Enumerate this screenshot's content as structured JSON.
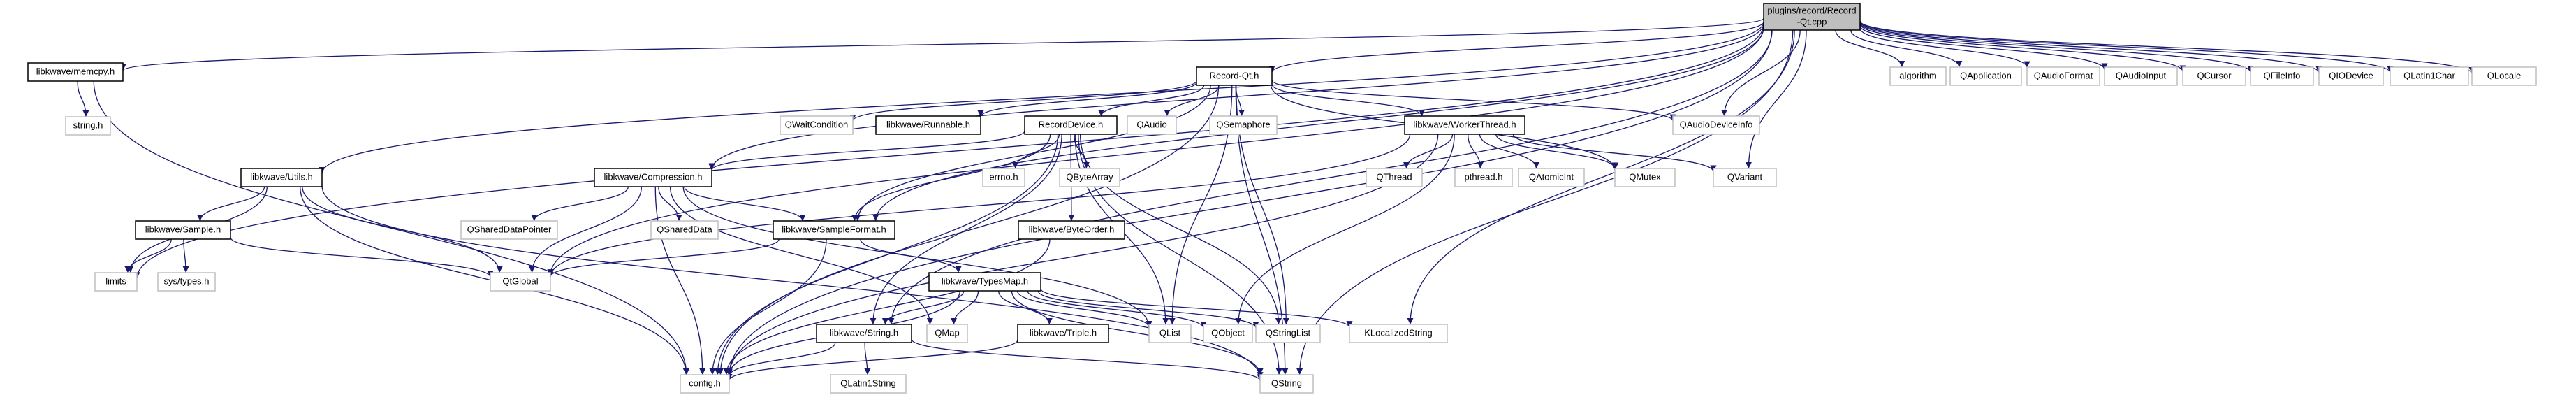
{
  "colors": {
    "edge": "#191970",
    "root_fill": "#bfbfbf",
    "doc_border": "#000000",
    "ext_border": "#bfbfbf",
    "node_fill": "#ffffff"
  },
  "nodes": [
    {
      "id": "root",
      "kind": "root",
      "lines": [
        "plugins/record/Record",
        "-Qt.cpp"
      ]
    },
    {
      "id": "memcpy",
      "kind": "doc",
      "lines": [
        "libkwave/memcpy.h"
      ]
    },
    {
      "id": "record_qt_h",
      "kind": "doc",
      "lines": [
        "Record-Qt.h"
      ]
    },
    {
      "id": "algorithm",
      "kind": "ext",
      "lines": [
        "algorithm"
      ]
    },
    {
      "id": "qapplication",
      "kind": "ext",
      "lines": [
        "QApplication"
      ]
    },
    {
      "id": "qaudioformat",
      "kind": "ext",
      "lines": [
        "QAudioFormat"
      ]
    },
    {
      "id": "qaudioinput",
      "kind": "ext",
      "lines": [
        "QAudioInput"
      ]
    },
    {
      "id": "qcursor",
      "kind": "ext",
      "lines": [
        "QCursor"
      ]
    },
    {
      "id": "qfileinfo",
      "kind": "ext",
      "lines": [
        "QFileInfo"
      ]
    },
    {
      "id": "qiodevice",
      "kind": "ext",
      "lines": [
        "QIODevice"
      ]
    },
    {
      "id": "qlatin1char",
      "kind": "ext",
      "lines": [
        "QLatin1Char"
      ]
    },
    {
      "id": "qlocale",
      "kind": "ext",
      "lines": [
        "QLocale"
      ]
    },
    {
      "id": "string_h",
      "kind": "ext",
      "lines": [
        "string.h"
      ]
    },
    {
      "id": "qwaitcondition",
      "kind": "ext",
      "lines": [
        "QWaitCondition"
      ]
    },
    {
      "id": "runnable",
      "kind": "doc",
      "lines": [
        "libkwave/Runnable.h"
      ]
    },
    {
      "id": "recorddevice",
      "kind": "doc",
      "lines": [
        "RecordDevice.h"
      ]
    },
    {
      "id": "qaudio",
      "kind": "ext",
      "lines": [
        "QAudio"
      ]
    },
    {
      "id": "qsemaphore",
      "kind": "ext",
      "lines": [
        "QSemaphore"
      ]
    },
    {
      "id": "workerthread",
      "kind": "doc",
      "lines": [
        "libkwave/WorkerThread.h"
      ]
    },
    {
      "id": "qaudiodeviceinfo",
      "kind": "ext",
      "lines": [
        "QAudioDeviceInfo"
      ]
    },
    {
      "id": "utils",
      "kind": "doc",
      "lines": [
        "libkwave/Utils.h"
      ]
    },
    {
      "id": "compression",
      "kind": "doc",
      "lines": [
        "libkwave/Compression.h"
      ]
    },
    {
      "id": "errno",
      "kind": "ext",
      "lines": [
        "errno.h"
      ]
    },
    {
      "id": "qbytearray",
      "kind": "ext",
      "lines": [
        "QByteArray"
      ]
    },
    {
      "id": "qthread",
      "kind": "ext",
      "lines": [
        "QThread"
      ]
    },
    {
      "id": "pthread",
      "kind": "ext",
      "lines": [
        "pthread.h"
      ]
    },
    {
      "id": "qatomicint",
      "kind": "ext",
      "lines": [
        "QAtomicInt"
      ]
    },
    {
      "id": "qmutex",
      "kind": "ext",
      "lines": [
        "QMutex"
      ]
    },
    {
      "id": "qvariant",
      "kind": "ext",
      "lines": [
        "QVariant"
      ]
    },
    {
      "id": "sample",
      "kind": "doc",
      "lines": [
        "libkwave/Sample.h"
      ]
    },
    {
      "id": "qshareddatapointer",
      "kind": "ext",
      "lines": [
        "QSharedDataPointer"
      ]
    },
    {
      "id": "qshareddata",
      "kind": "ext",
      "lines": [
        "QSharedData"
      ]
    },
    {
      "id": "sampleformat",
      "kind": "doc",
      "lines": [
        "libkwave/SampleFormat.h"
      ]
    },
    {
      "id": "byteorder",
      "kind": "doc",
      "lines": [
        "libkwave/ByteOrder.h"
      ]
    },
    {
      "id": "limits",
      "kind": "ext",
      "lines": [
        "limits"
      ]
    },
    {
      "id": "systypes",
      "kind": "ext",
      "lines": [
        "sys/types.h"
      ]
    },
    {
      "id": "qtglobal",
      "kind": "ext",
      "lines": [
        "QtGlobal"
      ]
    },
    {
      "id": "typesmap",
      "kind": "doc",
      "lines": [
        "libkwave/TypesMap.h"
      ]
    },
    {
      "id": "kwstring",
      "kind": "doc",
      "lines": [
        "libkwave/String.h"
      ]
    },
    {
      "id": "qmap",
      "kind": "ext",
      "lines": [
        "QMap"
      ]
    },
    {
      "id": "triple",
      "kind": "doc",
      "lines": [
        "libkwave/Triple.h"
      ]
    },
    {
      "id": "qlist",
      "kind": "ext",
      "lines": [
        "QList"
      ]
    },
    {
      "id": "qobject",
      "kind": "ext",
      "lines": [
        "QObject"
      ]
    },
    {
      "id": "qstringlist",
      "kind": "ext",
      "lines": [
        "QStringList"
      ]
    },
    {
      "id": "klocalizedstring",
      "kind": "ext",
      "lines": [
        "KLocalizedString"
      ]
    },
    {
      "id": "config",
      "kind": "ext",
      "lines": [
        "config.h"
      ]
    },
    {
      "id": "qlatin1string",
      "kind": "ext",
      "lines": [
        "QLatin1String"
      ]
    },
    {
      "id": "qstring",
      "kind": "ext",
      "lines": [
        "QString"
      ]
    }
  ],
  "edges": [
    [
      "root",
      "memcpy"
    ],
    [
      "root",
      "record_qt_h"
    ],
    [
      "root",
      "algorithm"
    ],
    [
      "root",
      "qapplication"
    ],
    [
      "root",
      "qaudioformat"
    ],
    [
      "root",
      "qaudioinput"
    ],
    [
      "root",
      "qcursor"
    ],
    [
      "root",
      "qfileinfo"
    ],
    [
      "root",
      "qiodevice"
    ],
    [
      "root",
      "qlatin1char"
    ],
    [
      "root",
      "qlocale"
    ],
    [
      "root",
      "qaudiodeviceinfo"
    ],
    [
      "root",
      "qvariant"
    ],
    [
      "root",
      "klocalizedstring"
    ],
    [
      "root",
      "qstring"
    ],
    [
      "root",
      "utils"
    ],
    [
      "root",
      "compression"
    ],
    [
      "root",
      "sampleformat"
    ],
    [
      "root",
      "qtglobal"
    ],
    [
      "root",
      "limits"
    ],
    [
      "root",
      "kwstring"
    ],
    [
      "root",
      "config"
    ],
    [
      "memcpy",
      "string_h"
    ],
    [
      "memcpy",
      "config"
    ],
    [
      "record_qt_h",
      "qwaitcondition"
    ],
    [
      "record_qt_h",
      "runnable"
    ],
    [
      "record_qt_h",
      "recorddevice"
    ],
    [
      "record_qt_h",
      "qaudio"
    ],
    [
      "record_qt_h",
      "qsemaphore"
    ],
    [
      "record_qt_h",
      "workerthread"
    ],
    [
      "record_qt_h",
      "qaudiodeviceinfo"
    ],
    [
      "record_qt_h",
      "qmutex"
    ],
    [
      "record_qt_h",
      "qstringlist"
    ],
    [
      "record_qt_h",
      "qlist"
    ],
    [
      "record_qt_h",
      "sampleformat"
    ],
    [
      "record_qt_h",
      "config"
    ],
    [
      "record_qt_h",
      "qstring"
    ],
    [
      "recorddevice",
      "compression"
    ],
    [
      "recorddevice",
      "errno"
    ],
    [
      "recorddevice",
      "qbytearray"
    ],
    [
      "recorddevice",
      "byteorder"
    ],
    [
      "recorddevice",
      "sampleformat"
    ],
    [
      "recorddevice",
      "qlist"
    ],
    [
      "recorddevice",
      "qstringlist"
    ],
    [
      "recorddevice",
      "qstring"
    ],
    [
      "recorddevice",
      "kwstring"
    ],
    [
      "recorddevice",
      "config"
    ],
    [
      "workerthread",
      "qthread"
    ],
    [
      "workerthread",
      "pthread"
    ],
    [
      "workerthread",
      "qatomicint"
    ],
    [
      "workerthread",
      "qmutex"
    ],
    [
      "workerthread",
      "qvariant"
    ],
    [
      "workerthread",
      "qtglobal"
    ],
    [
      "workerthread",
      "qobject"
    ],
    [
      "workerthread",
      "config"
    ],
    [
      "utils",
      "sample"
    ],
    [
      "utils",
      "qtglobal"
    ],
    [
      "utils",
      "limits"
    ],
    [
      "utils",
      "config"
    ],
    [
      "utils",
      "qstring"
    ],
    [
      "compression",
      "qshareddatapointer"
    ],
    [
      "compression",
      "qshareddata"
    ],
    [
      "compression",
      "qtglobal"
    ],
    [
      "compression",
      "sampleformat"
    ],
    [
      "compression",
      "qlist"
    ],
    [
      "compression",
      "qmap"
    ],
    [
      "compression",
      "config"
    ],
    [
      "sample",
      "limits"
    ],
    [
      "sample",
      "systypes"
    ],
    [
      "sample",
      "qtglobal"
    ],
    [
      "sampleformat",
      "typesmap"
    ],
    [
      "sampleformat",
      "qtglobal"
    ],
    [
      "sampleformat",
      "config"
    ],
    [
      "byteorder",
      "config"
    ],
    [
      "typesmap",
      "kwstring"
    ],
    [
      "typesmap",
      "qmap"
    ],
    [
      "typesmap",
      "triple"
    ],
    [
      "typesmap",
      "qlist"
    ],
    [
      "typesmap",
      "qobject"
    ],
    [
      "typesmap",
      "qstringlist"
    ],
    [
      "typesmap",
      "klocalizedstring"
    ],
    [
      "typesmap",
      "qstring"
    ],
    [
      "typesmap",
      "config"
    ],
    [
      "kwstring",
      "qlatin1string"
    ],
    [
      "kwstring",
      "qstring"
    ],
    [
      "kwstring",
      "config"
    ],
    [
      "triple",
      "config"
    ]
  ]
}
